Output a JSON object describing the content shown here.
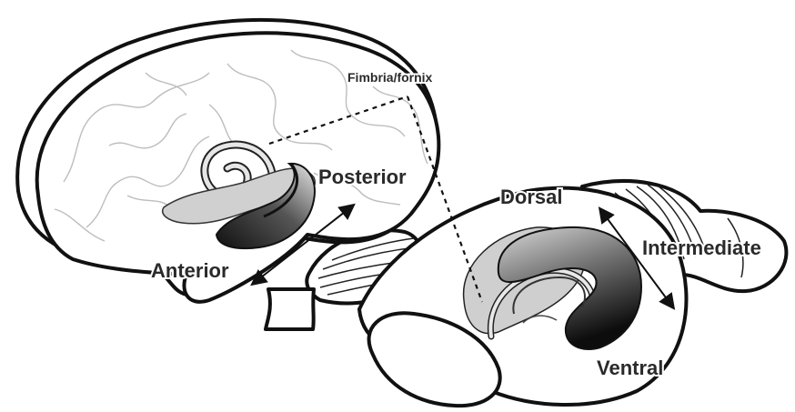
{
  "labels": {
    "fimbria_fornix": "Fimbria/fornix",
    "posterior": "Posterior",
    "anterior": "Anterior",
    "dorsal": "Dorsal",
    "intermediate": "Intermediate",
    "ventral": "Ventral"
  },
  "colors": {
    "outline": "#111111",
    "label_text": "#2a2a2a",
    "hippocampus_light": "#d9d9d9",
    "hippocampus_dark": "#111111"
  }
}
